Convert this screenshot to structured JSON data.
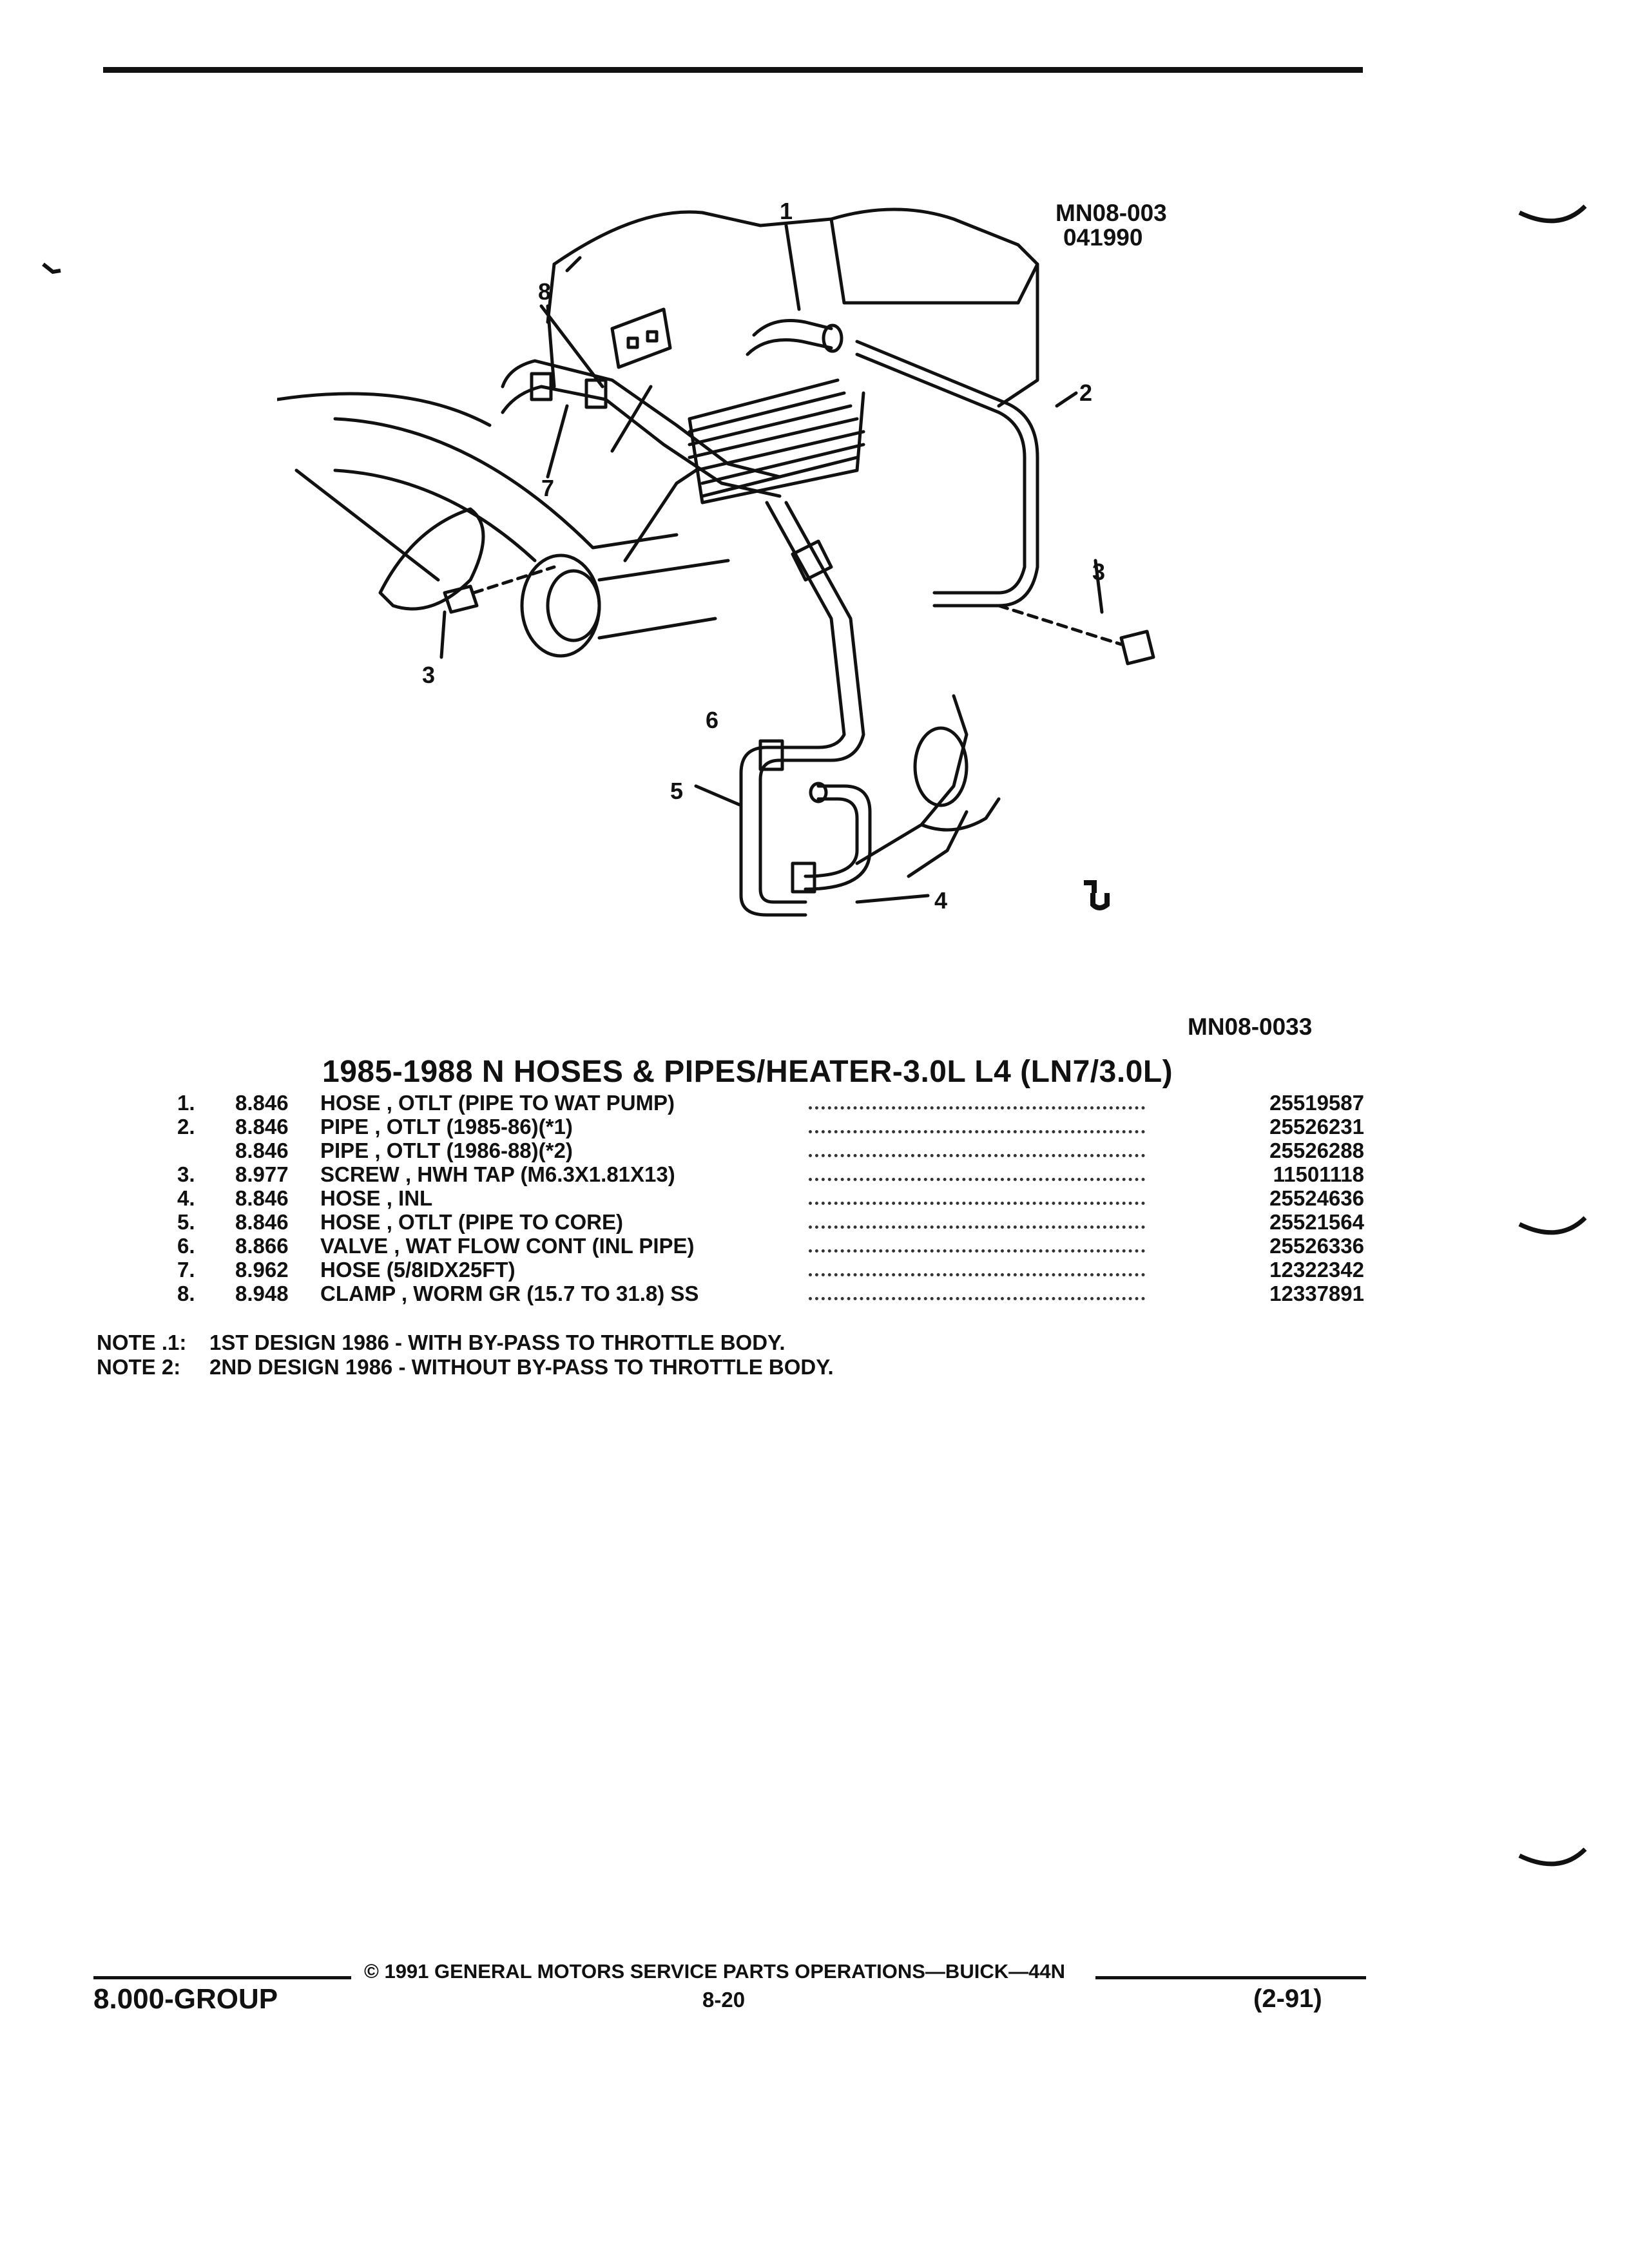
{
  "diagram": {
    "code_top_line1": "MN08-003",
    "code_top_line2": "041990",
    "code_bottom": "MN08-0033",
    "callouts": [
      "1",
      "2",
      "3",
      "3",
      "4",
      "5",
      "6",
      "7",
      "8"
    ]
  },
  "title": "1985-1988 N HOSES & PIPES/HEATER-3.0L L4 (LN7/3.0L)",
  "parts": [
    {
      "num": "1.",
      "group": "8.846",
      "desc": "HOSE , OTLT (PIPE TO WAT PUMP)",
      "part_no": "25519587"
    },
    {
      "num": "2.",
      "group": "8.846",
      "desc": "PIPE , OTLT (1985-86)(*1)",
      "part_no": "25526231"
    },
    {
      "num": "",
      "group": "8.846",
      "desc": "PIPE , OTLT (1986-88)(*2)",
      "part_no": "25526288"
    },
    {
      "num": "3.",
      "group": "8.977",
      "desc": "SCREW , HWH TAP (M6.3X1.81X13)",
      "part_no": "11501118"
    },
    {
      "num": "4.",
      "group": "8.846",
      "desc": "HOSE , INL",
      "part_no": "25524636"
    },
    {
      "num": "5.",
      "group": "8.846",
      "desc": "HOSE , OTLT (PIPE TO CORE)",
      "part_no": "25521564"
    },
    {
      "num": "6.",
      "group": "8.866",
      "desc": "VALVE , WAT FLOW CONT (INL PIPE)",
      "part_no": "25526336"
    },
    {
      "num": "7.",
      "group": "8.962",
      "desc": "HOSE (5/8IDX25FT)",
      "part_no": "12322342"
    },
    {
      "num": "8.",
      "group": "8.948",
      "desc": "CLAMP , WORM GR (15.7 TO 31.8) SS",
      "part_no": "12337891"
    }
  ],
  "notes": [
    {
      "label": "NOTE .1:",
      "text": "1ST DESIGN 1986 - WITH BY-PASS TO THROTTLE BODY."
    },
    {
      "label": "NOTE  2:",
      "text": "2ND DESIGN 1986 - WITHOUT BY-PASS TO THROTTLE BODY."
    }
  ],
  "footer": {
    "copyright": "© 1991 GENERAL MOTORS SERVICE PARTS OPERATIONS—BUICK—44N",
    "group": "8.000-GROUP",
    "page": "8-20",
    "date_code": "(2-91)"
  },
  "icons": {
    "logo_mark": "gm-cu-logo-icon"
  }
}
